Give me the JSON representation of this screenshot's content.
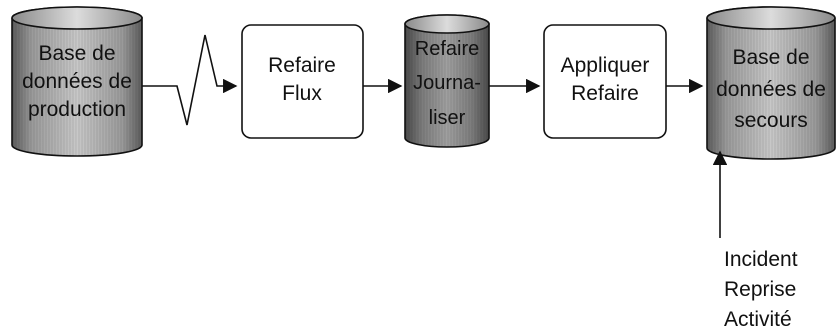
{
  "nodes": {
    "production_db": {
      "lines": [
        "Base de",
        "données de",
        "production"
      ]
    },
    "redo_stream": {
      "lines": [
        "Refaire",
        "Flux"
      ]
    },
    "redo_log": {
      "lines": [
        "Refaire",
        "Journa-",
        "liser"
      ]
    },
    "apply_redo": {
      "lines": [
        "Appliquer",
        "Refaire"
      ]
    },
    "standby_db": {
      "lines": [
        "Base de",
        "données de",
        "secours"
      ]
    }
  },
  "annotation": {
    "lines": [
      "Incident",
      "Reprise",
      "Activité"
    ]
  },
  "colors": {
    "stroke": "#111111",
    "cylinder_light": "#bdbdbd",
    "cylinder_dark": "#6e6e6e",
    "box_fill": "#ffffff"
  }
}
